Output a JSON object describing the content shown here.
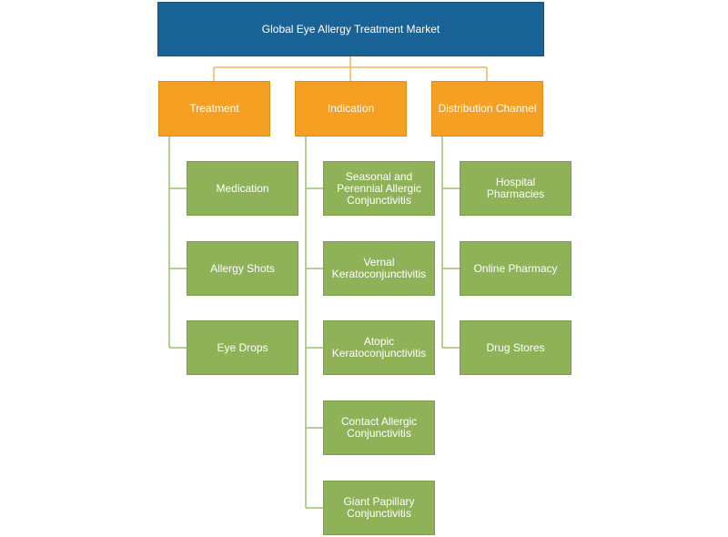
{
  "root": {
    "label": "Global Eye Allergy Treatment Market"
  },
  "categories": [
    {
      "label": "Treatment",
      "items": [
        "Medication",
        "Allergy Shots",
        "Eye Drops"
      ]
    },
    {
      "label": "Indication",
      "items": [
        "Seasonal and\nPerennial Allergic\nConjunctivitis",
        "Vernal\nKeratoconjunctivitis",
        "Atopic\nKeratoconjunctivitis",
        "Contact Allergic\nConjunctivitis",
        "Giant Papillary\nConjunctivitis"
      ]
    },
    {
      "label": "Distribution Channel",
      "items": [
        "Hospital Pharmacies",
        "Online Pharmacy",
        "Drug Stores"
      ]
    }
  ],
  "colors": {
    "root": "#1a6397",
    "category": "#f5a022",
    "leaf": "#8fb259",
    "connector": "#f0b760"
  }
}
